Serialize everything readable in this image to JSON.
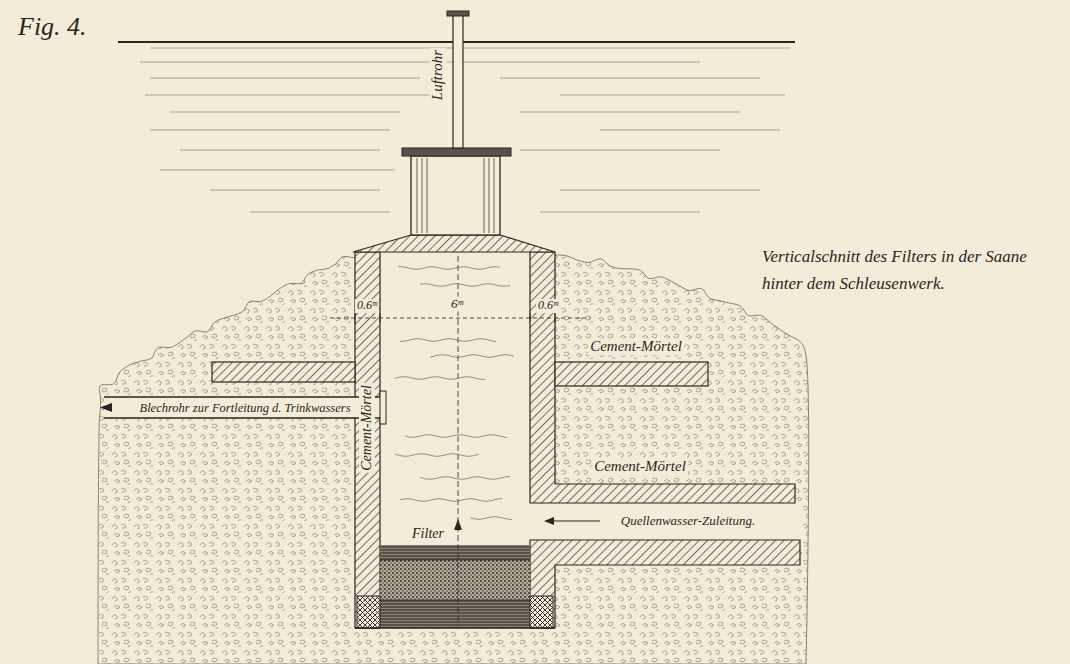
{
  "diagram": {
    "title": "Fig. 4.",
    "caption": "Verticalschnitt des Filters in der Saane hinter dem Schleusenwerk.",
    "labels": [
      "Luftrohr",
      "0.6ᵐ",
      "6ᵐ",
      "0.6ᵐ",
      "Cement-Mörtel",
      "Cement-Mörtel",
      "Blechrohr zur Fortleitung d. Trinkwassers",
      "Cement-Mörtel",
      "Quellenwasser-Zuleitung.",
      "Filter"
    ]
  }
}
